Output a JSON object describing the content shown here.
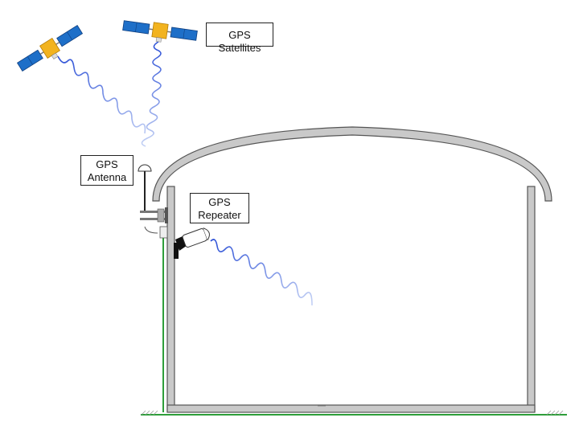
{
  "labels": {
    "satellites": "GPS Satellites",
    "antenna_line1": "GPS",
    "antenna_line2": "Antenna",
    "repeater_line1": "GPS",
    "repeater_line2": "Repeater"
  },
  "colors": {
    "solar_panel": "#1e6fc8",
    "satellite_body": "#f2b31f",
    "signal_wave": "#2b4fd6",
    "ground_line": "#2e9e3a",
    "building_wall": "#c9c9c9",
    "building_outline": "#555555",
    "cable": "#2e9e3a"
  },
  "icons": [
    "satellite-icon",
    "gps-antenna-icon",
    "gps-repeater-icon",
    "signal-wave"
  ]
}
